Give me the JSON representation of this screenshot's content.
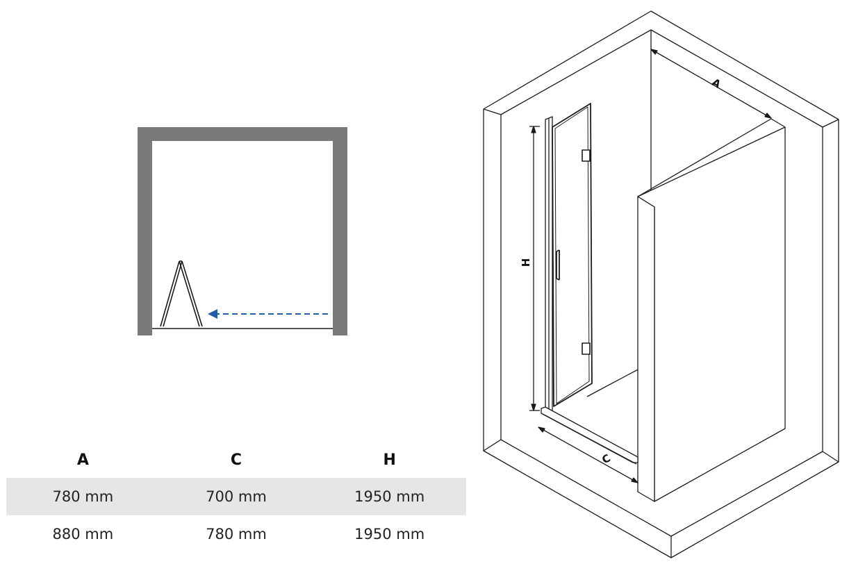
{
  "table": {
    "headers": [
      "A",
      "C",
      "H"
    ],
    "rows": [
      [
        "780 mm",
        "700 mm",
        "1950 mm"
      ],
      [
        "880 mm",
        "780 mm",
        "1950 mm"
      ]
    ]
  },
  "diagram": {
    "label_a": "A",
    "label_c": "C",
    "label_h": "H",
    "colors": {
      "wall": "#7a7a7c",
      "arrow": "#1f5fa8",
      "line": "#1a1a1a"
    }
  }
}
